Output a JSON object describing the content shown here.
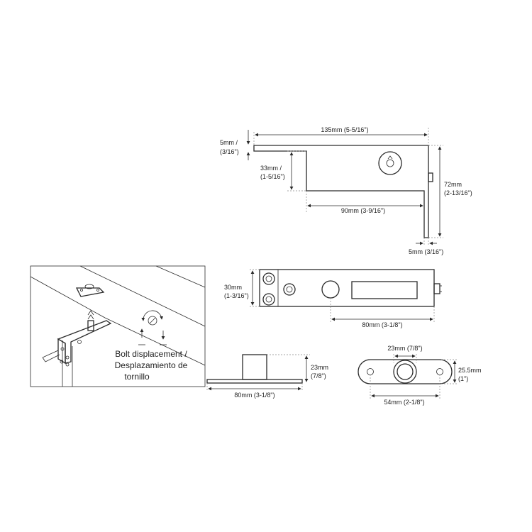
{
  "top_view": {
    "width_label": "135mm  (5-5/16\")",
    "thickness_label_mm": "5mm /",
    "thickness_label_in": "(3/16\")",
    "arm_drop_label_mm": "33mm /",
    "arm_drop_label_in": "(1-5/16\")",
    "height_label_mm": "72mm",
    "height_label_in": "(2-13/16\")",
    "arm_length_label": "90mm (3-9/16\")",
    "bottom_thickness_label": "5mm (3/16\")"
  },
  "front_view": {
    "height_label_mm": "30mm",
    "height_label_in": "(1-3/16\")",
    "length_label": "80mm (3-1/8\")"
  },
  "floor_plate_side": {
    "height_label_mm": "23mm",
    "height_label_in": "(7/8\")",
    "length_label": "80mm (3-1/8\")"
  },
  "floor_plate_top": {
    "diameter_label": "23mm (7/8\")",
    "width_label_mm": "25.5mm",
    "width_label_in": "(1\")",
    "hole_spacing_label": "54mm (2-1/8\")"
  },
  "install_detail": {
    "caption_line1": "Bolt displacement /",
    "caption_line2": "Desplazamiento de",
    "caption_line3": "tornillo"
  }
}
